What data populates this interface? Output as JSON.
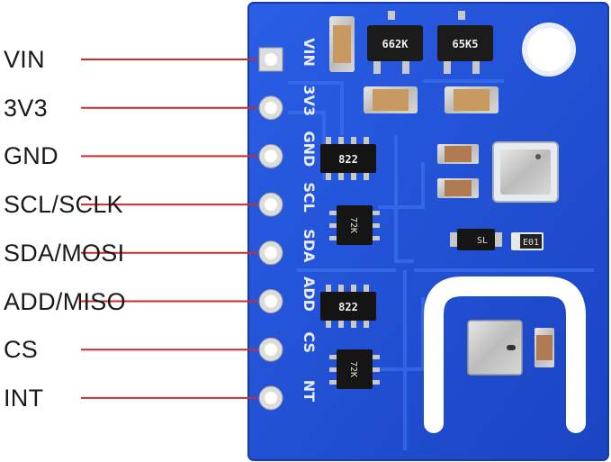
{
  "pins": [
    {
      "label": "VIN",
      "silk": "VIN"
    },
    {
      "label": "3V3",
      "silk": "3V3"
    },
    {
      "label": "GND",
      "silk": "GND"
    },
    {
      "label": "SCL/SCLK",
      "silk": "SCL"
    },
    {
      "label": "SDA/MOSI",
      "silk": "SDA"
    },
    {
      "label": "ADD/MISO",
      "silk": "ADD"
    },
    {
      "label": "CS",
      "silk": "CS"
    },
    {
      "label": "INT",
      "silk": "NT"
    }
  ],
  "components": {
    "regulator_1": "662K",
    "regulator_2": "65K5",
    "resistor_network_1": "822",
    "resistor_network_2": "822",
    "ic_1": "72K",
    "ic_2": "72K",
    "diode": "SL",
    "small_part": "E01"
  },
  "colors": {
    "board": "#1f4fd0",
    "board_edge": "#2b63e6",
    "leader_line": "#cc2a2a",
    "label_text": "#1a1a1a"
  }
}
